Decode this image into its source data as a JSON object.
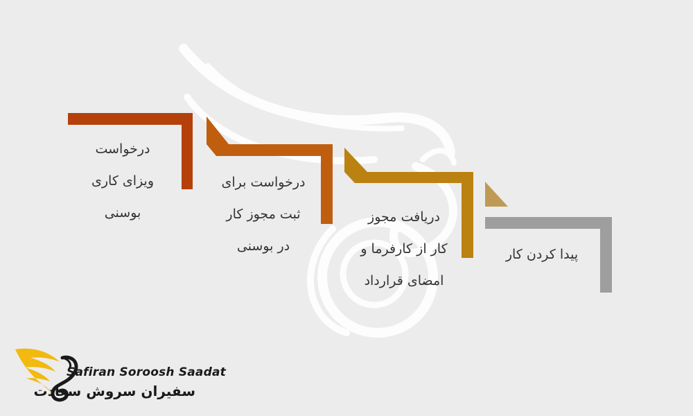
{
  "colors": {
    "background": "#ececec",
    "step1": "#b5400a",
    "step2": "#c05e10",
    "step3": "#bb8212",
    "step4_arrow": "#bf9a55",
    "step4": "#9e9e9e",
    "watermark": "#ffffff",
    "logo_gold": "#f2b90f"
  },
  "steps": [
    {
      "label": "درخواست\nویزای کاری\nبوسنی"
    },
    {
      "label": "درخواست برای\nثبت مجوز کار\nدر بوسنی"
    },
    {
      "label": "دریافت مجوز\nکار از کارفرما و\nامضای قرارداد"
    },
    {
      "label": "پیدا کردن کار"
    }
  ],
  "logo": {
    "name_en": "Safiran Soroosh Saadat",
    "name_fa": "سفیران سروش سعادت",
    "icon": "phoenix-wing-icon"
  }
}
